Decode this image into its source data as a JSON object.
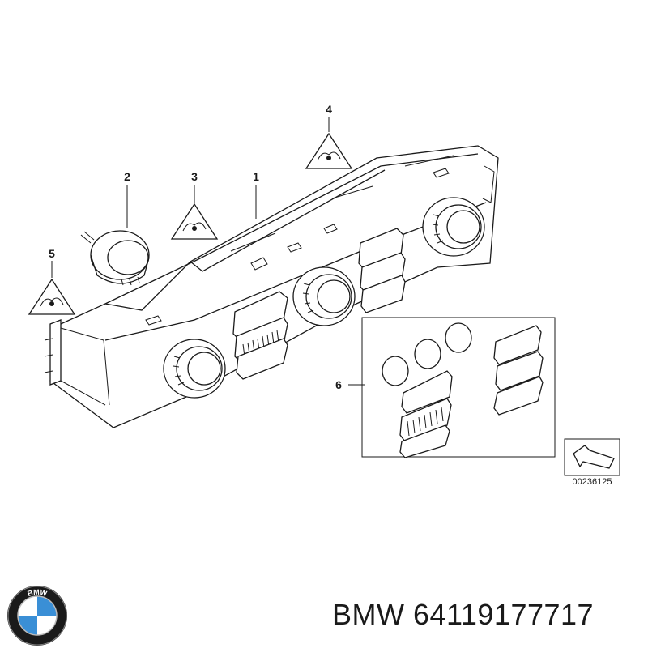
{
  "callouts": {
    "c1": "1",
    "c2": "2",
    "c3": "3",
    "c4": "4",
    "c5": "5",
    "c6": "6"
  },
  "diagram_ref": "00236125",
  "logo": {
    "text": "BMW",
    "colors": {
      "blue": "#3a8fd6",
      "white": "#ffffff",
      "ring": "#1a1a1a"
    }
  },
  "part_number": "BMW 64119177717"
}
